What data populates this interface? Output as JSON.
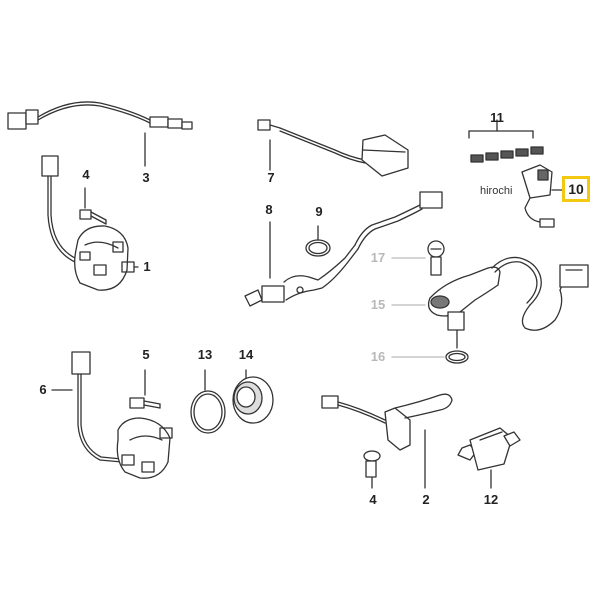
{
  "callouts": {
    "c1": "1",
    "c2": "2",
    "c3": "3",
    "c4a": "4",
    "c4b": "4",
    "c5": "5",
    "c6": "6",
    "c7": "7",
    "c8": "8",
    "c9": "9",
    "c10": "10",
    "c11": "11",
    "c12": "12",
    "c13": "13",
    "c14": "14",
    "c15": "15",
    "c16": "16",
    "c17": "17"
  },
  "highlight_color": "#f2c811",
  "watermark": "hirochi"
}
